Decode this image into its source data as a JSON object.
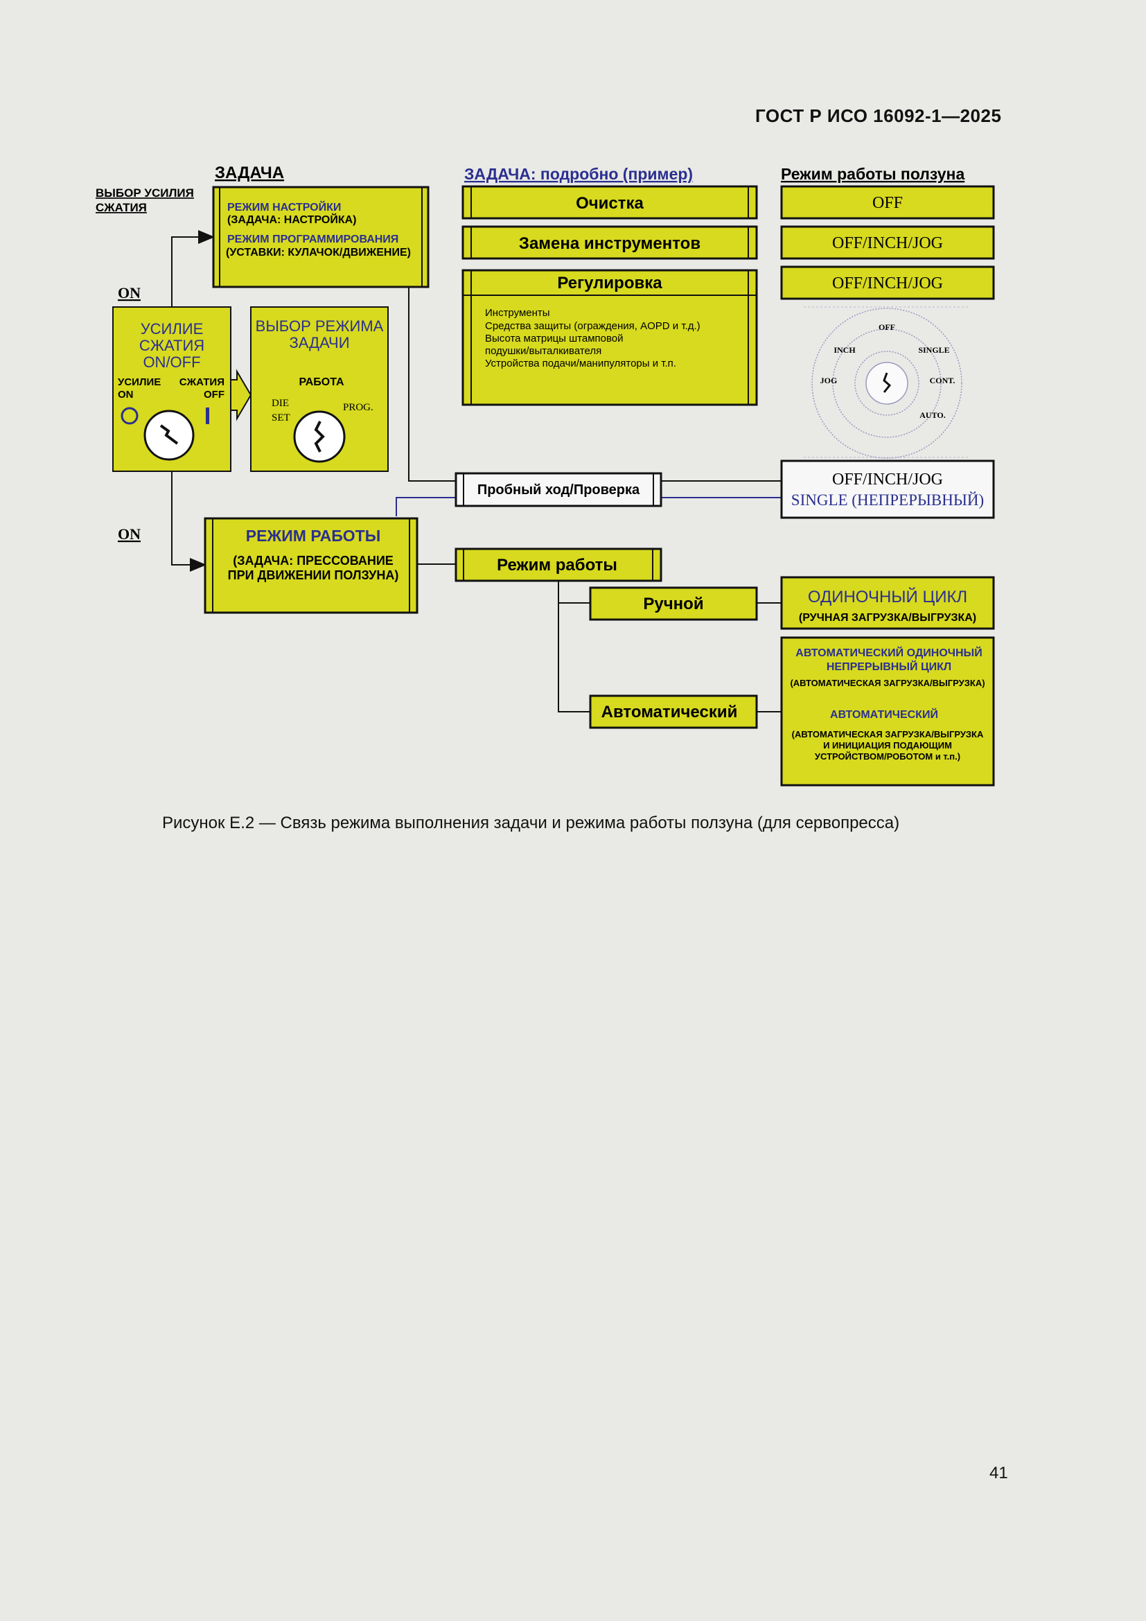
{
  "header": "ГОСТ Р ИСО 16092-1—2025",
  "colors": {
    "box_fill": "#d7da1e",
    "blue": "#2b2f8f",
    "line": "#111111",
    "white_box": "#f7f7f7"
  },
  "diagram": {
    "col1_title": "ЗАДАЧА",
    "col2_title": "ЗАДАЧА: подробно (пример)",
    "col3_title": "Режим работы ползуна",
    "force_select_label": [
      "ВЫБОР УСИЛИЯ",
      "СЖАТИЯ"
    ],
    "on_label_1": "ON",
    "on_label_2": "ON",
    "setup_box": {
      "line1": "РЕЖИМ НАСТРОЙКИ",
      "line2": "(ЗАДАЧА: НАСТРОЙКА)",
      "line3": "РЕЖИМ ПРОГРАММИРОВАНИЯ",
      "line4": "(УСТАВКИ: КУЛАЧОК/ДВИЖЕНИЕ)"
    },
    "force_box": {
      "title": [
        "УСИЛИЕ",
        "СЖАТИЯ",
        "ON/OFF"
      ],
      "left_label": [
        "УСИЛИЕ",
        "ON"
      ],
      "right_label": [
        "СЖАТИЯ",
        "OFF"
      ]
    },
    "mode_select_box": {
      "title": [
        "ВЫБОР РЕЖИМА",
        "ЗАДАЧИ"
      ],
      "work": "РАБОТА",
      "die_set": [
        "DIE",
        "SET"
      ],
      "prog": "PROG."
    },
    "tasks": {
      "cleaning": "Очистка",
      "tool_change": "Замена инструментов",
      "adjust": {
        "title": "Регулировка",
        "lines": [
          "Инструменты",
          "Средства защиты (ограждения, AOPD и т.д.)",
          "Высота матрицы штамповой",
          "подушки/выталкивателя",
          "Устройства подачи/манипуляторы и т.п."
        ]
      }
    },
    "slide_modes": {
      "off": "OFF",
      "off_inch_jog_1": "OFF/INCH/JOG",
      "off_inch_jog_2": "OFF/INCH/JOG",
      "dial": {
        "off": "OFF",
        "inch": "INCH",
        "single": "SINGLE",
        "jog": "JOG",
        "cont": "CONT.",
        "auto": "AUTO."
      },
      "trial_modes_1": "OFF/INCH/JOG",
      "trial_modes_2": "SINGLE (НЕПРЕРЫВНЫЙ)"
    },
    "trial_run": "Пробный ход/Проверка",
    "work_mode_box": {
      "title": "РЕЖИМ РАБОТЫ",
      "line1": "(ЗАДАЧА: ПРЕССОВАНИЕ",
      "line2": "ПРИ ДВИЖЕНИИ ПОЛЗУНА)"
    },
    "work_mode": "Режим работы",
    "manual": "Ручной",
    "automatic": "Автоматический",
    "single_cycle": {
      "title": "ОДИНОЧНЫЙ ЦИКЛ",
      "sub": "(РУЧНАЯ ЗАГРУЗКА/ВЫГРУЗКА)"
    },
    "auto_box": {
      "line1": "АВТОМАТИЧЕСКИЙ ОДИНОЧНЫЙ",
      "line2": "НЕПРЕРЫВНЫЙ ЦИКЛ",
      "line3": "(АВТОМАТИЧЕСКАЯ ЗАГРУЗКА/ВЫГРУЗКА)",
      "line4": "АВТОМАТИЧЕСКИЙ",
      "line5": "(АВТОМАТИЧЕСКАЯ ЗАГРУЗКА/ВЫГРУЗКА",
      "line6": "И ИНИЦИАЦИЯ ПОДАЮЩИМ",
      "line7": "УСТРОЙСТВОМ/РОБОТОМ и т.п.)"
    }
  },
  "caption": "Рисунок Е.2 — Связь режима выполнения задачи и режима работы ползуна (для сервопресса)",
  "page_number": "41"
}
